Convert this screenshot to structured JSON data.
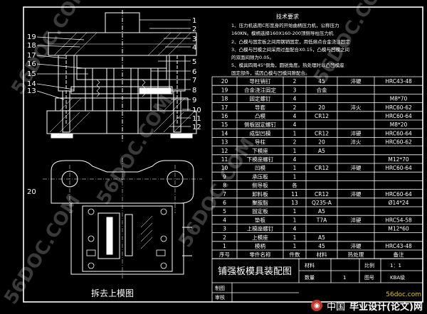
{
  "notes": {
    "heading": "技术要求",
    "lines": [
      "1、压力机选用C形宽身的开始曲柄压力机，公称压力",
      "160KN。模柄选择160X160-200顶侧导柱压力机",
      "2、凸模与固定板之间用钢销固定，用低熔点合金浇注固定",
      "3、凸模与凹模之间采用过盈配合X0.15，凸模与凹模之间",
      "的双面间隙为0.05。",
      "5、模具四周45°倒角，圆锐角度。热处理时以凸凹模座",
      "固定部件，或因凸模与凹模间隙配合。"
    ]
  },
  "table": {
    "headers": [
      "序号",
      "零件名称",
      "件数",
      "材料",
      "热处理",
      "备注"
    ],
    "rows": [
      [
        "20",
        "导柱销钉",
        "2",
        "45",
        "淬硬",
        "HRC43-48"
      ],
      [
        "19",
        "合金浇注固定",
        "3",
        "合金",
        "",
        ""
      ],
      [
        "18",
        "固定螺钉",
        "4",
        "",
        "",
        "M8*70"
      ],
      [
        "17",
        "导套",
        "2",
        "20",
        "淬火",
        "HRC60-62"
      ],
      [
        "16",
        "凸模",
        "4",
        "CR12",
        "",
        "HRC60-64"
      ],
      [
        "15",
        "侧板固定螺钉",
        "4",
        "",
        "",
        "M8*20"
      ],
      [
        "14",
        "成型凹模",
        "1",
        "CR12",
        "淬硬",
        "HRC60-64"
      ],
      [
        "13",
        "导柱",
        "2",
        "20",
        "淬火",
        "HRC60-62"
      ],
      [
        "12",
        "下模座",
        "1",
        "A5",
        "",
        ""
      ],
      [
        "11",
        "下模座螺钉",
        "4",
        "",
        "",
        "M12*70"
      ],
      [
        "10",
        "凹模",
        "1",
        "CR12",
        "淬硬",
        "HRC60-64"
      ],
      [
        "9",
        "承压板",
        "1",
        "",
        "",
        ""
      ],
      [
        "8",
        "侧导板",
        "各",
        "",
        "",
        ""
      ],
      [
        "7",
        "卸料板",
        "11",
        "CR12",
        "淬硬",
        "HRC60-64"
      ],
      [
        "6",
        "聚胺脂",
        "13",
        "Q235-A",
        "",
        "Ø14*24"
      ],
      [
        "5",
        "固定板",
        "1",
        "A5",
        "",
        ""
      ],
      [
        "4",
        "垫板",
        "1",
        "T7A",
        "淬硬",
        "HRC54-58"
      ],
      [
        "3",
        "上模座螺钉",
        "4",
        "",
        "",
        "M12*60"
      ],
      [
        "2",
        "上模座",
        "1",
        "A5",
        "",
        ""
      ],
      [
        "1",
        "模柄",
        "1",
        "45",
        "淬硬",
        "HRC43-48"
      ]
    ]
  },
  "title_block": {
    "drawing_title": "铺强板模具装配图",
    "material_label": "材料",
    "scale_label": "比例",
    "scale_value": "1：1",
    "quantity_label": "数量",
    "quantity_value": "1",
    "drawing_no_label": "图号",
    "drawing_no_value": "KBA级",
    "drawn_label": "制图",
    "checked_label": "审核"
  },
  "view_caption": "拆去上模图",
  "leaders": {
    "right": [
      "1",
      "2",
      "3",
      "4",
      "5",
      "6",
      "7",
      "8",
      "9",
      "10",
      "11",
      "12"
    ],
    "left": [
      "19",
      "18",
      "17",
      "16",
      "15",
      "14",
      "13"
    ],
    "side": "20"
  },
  "watermark": "56DOC.COM",
  "footer": {
    "site": "56doc.com",
    "brand": "毕业设计(论文)网",
    "logo_text": "中国"
  }
}
